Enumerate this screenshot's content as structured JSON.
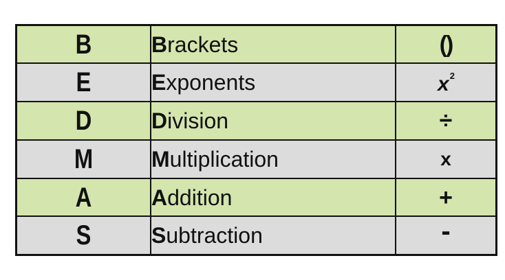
{
  "page": {
    "title": "BEDMAS order of operations table",
    "background_color": "#ffffff"
  },
  "table": {
    "name": "bedmas-table",
    "columns": [
      "letter",
      "operation",
      "symbol"
    ],
    "row_colors": {
      "green": "#d4e5ad",
      "grey": "#dcdcdc"
    },
    "border_color": "#111111",
    "text_color": "#111111",
    "rows": [
      {
        "letter": "B",
        "initial": "B",
        "rest": "rackets",
        "operation": "Brackets",
        "symbol": "()",
        "symbol_name": "parentheses-symbol",
        "tint": "green"
      },
      {
        "letter": "E",
        "initial": "E",
        "rest": "xponents",
        "operation": "Exponents",
        "symbol": "x",
        "symbol_superscript": "2",
        "symbol_name": "exponent-symbol",
        "tint": "grey"
      },
      {
        "letter": "D",
        "initial": "D",
        "rest": "ivision",
        "operation": "Division",
        "symbol": "÷",
        "symbol_name": "division-symbol",
        "tint": "green"
      },
      {
        "letter": "M",
        "initial": "M",
        "rest": "ultiplication",
        "operation": "Multiplication",
        "symbol": "x",
        "symbol_name": "multiplication-symbol",
        "tint": "grey"
      },
      {
        "letter": "A",
        "initial": "A",
        "rest": "ddition",
        "operation": "Addition",
        "symbol": "+",
        "symbol_name": "addition-symbol",
        "tint": "green"
      },
      {
        "letter": "S",
        "initial": "S",
        "rest": "ubtraction",
        "operation": "Subtraction",
        "symbol": "-",
        "symbol_name": "subtraction-symbol",
        "tint": "grey"
      }
    ]
  }
}
